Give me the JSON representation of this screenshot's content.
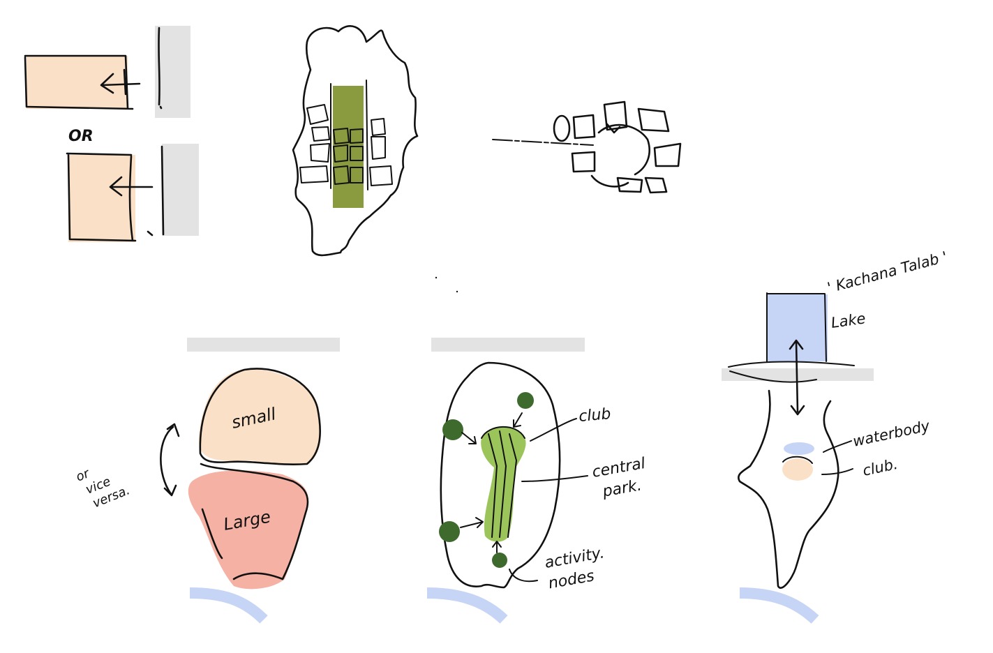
{
  "colors": {
    "ink": "#111111",
    "peach": "#fbe0c8",
    "salmon": "#f5b2a4",
    "grey": "#e3e3e3",
    "olive": "#8a9a3e",
    "dark_green": "#3f6a2e",
    "light_green": "#9bc45a",
    "lavender": "#b9ccf4",
    "lake_blue": "#c6d4f5"
  },
  "labels": {
    "or": "OR",
    "small": "small",
    "large": "Large",
    "or_vice_versa_1": "or",
    "or_vice_versa_2": "vice",
    "or_vice_versa_3": "versa.",
    "club": "club",
    "central_park_1": "central",
    "central_park_2": "park.",
    "activity_nodes_1": "activity.",
    "activity_nodes_2": "nodes",
    "kachana_talab": "' Kachana Talab '",
    "lake": "Lake",
    "waterbody": "waterbody",
    "club_right": "club."
  }
}
